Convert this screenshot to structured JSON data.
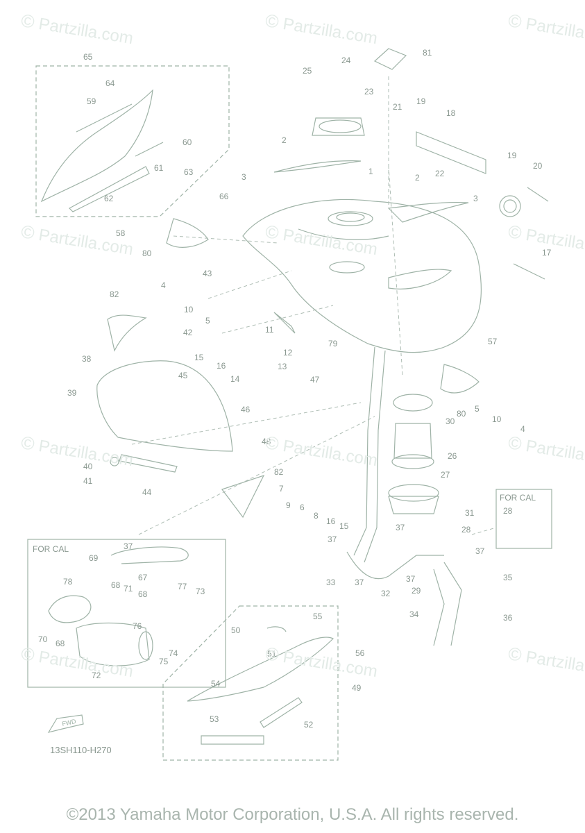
{
  "diagram": {
    "code": "13SH110-H270",
    "copyright": "©2013 Yamaha Motor Corporation, U.S.A. All rights reserved.",
    "watermark": "Partzilla.com",
    "inset_labels": [
      "FOR CAL",
      "FOR CAL"
    ],
    "fwd_label": "FWD",
    "part_numbers": [
      "1",
      "2",
      "3",
      "4",
      "5",
      "6",
      "7",
      "8",
      "9",
      "10",
      "11",
      "12",
      "13",
      "14",
      "15",
      "16",
      "17",
      "18",
      "19",
      "20",
      "21",
      "22",
      "23",
      "24",
      "25",
      "26",
      "27",
      "28",
      "29",
      "30",
      "31",
      "32",
      "33",
      "34",
      "35",
      "36",
      "37",
      "38",
      "39",
      "40",
      "41",
      "42",
      "43",
      "44",
      "45",
      "46",
      "47",
      "49",
      "50",
      "51",
      "52",
      "53",
      "54",
      "55",
      "56",
      "57",
      "58",
      "59",
      "60",
      "61",
      "62",
      "63",
      "64",
      "65",
      "66",
      "67",
      "68",
      "69",
      "70",
      "71",
      "72",
      "73",
      "74",
      "75",
      "76",
      "77",
      "78",
      "79",
      "80",
      "81",
      "82"
    ]
  }
}
